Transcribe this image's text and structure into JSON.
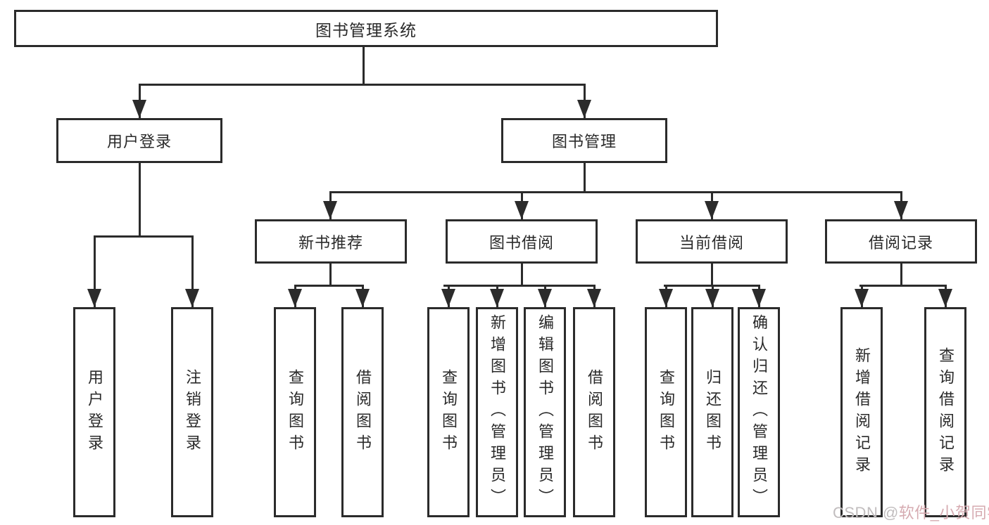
{
  "diagram_title": "图书管理系统",
  "nodes": {
    "root": "图书管理系统",
    "level2": [
      "用户登录",
      "图书管理"
    ],
    "level3": [
      "新书推荐",
      "图书借阅",
      "当前借阅",
      "借阅记录"
    ],
    "leaves_user_login": [
      "用户登录",
      "注销登录"
    ],
    "leaves_new_book": [
      "查询图书",
      "借阅图书"
    ],
    "leaves_book_borrow": [
      "查询图书",
      "新增图书（管理员）",
      "编辑图书（管理员）",
      "借阅图书"
    ],
    "leaves_current_borrow": [
      "查询图书",
      "归还图书",
      "确认归还（管理员）"
    ],
    "leaves_borrow_records": [
      "新增借阅记录",
      "查询借阅记录"
    ]
  },
  "watermark": {
    "prefix": "CSDN @",
    "author": "软件_小贺同学"
  },
  "colors": {
    "line": "#2b2b2b",
    "box_border": "#2b2b2b",
    "box_fill": "#ffffff",
    "text": "#2a2a2a",
    "background": "#ffffff",
    "watermark_gray": "#c1bdbe",
    "watermark_pink": "#d6abb1"
  }
}
